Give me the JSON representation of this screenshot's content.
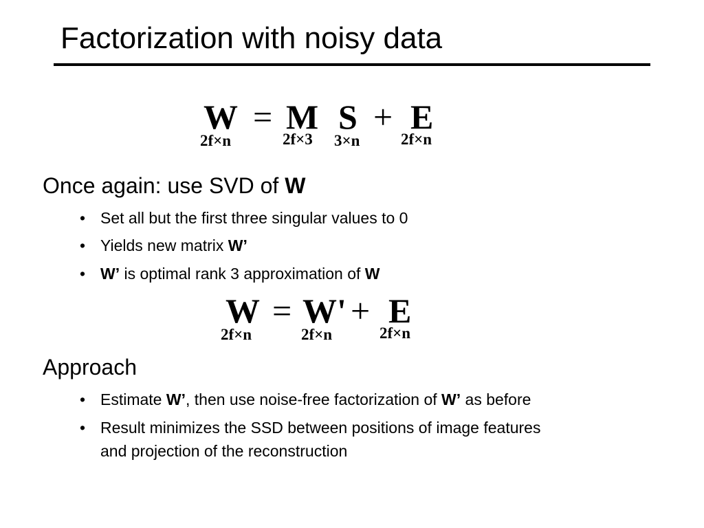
{
  "slide": {
    "title": "Factorization with noisy data"
  },
  "equation1": {
    "lhs": "W",
    "eq": "=",
    "m": "M",
    "s": "S",
    "plus": "+",
    "e": "E",
    "dims": {
      "w": "2f×n",
      "m": "2f×3",
      "s": "3×n",
      "e": "2f×n"
    }
  },
  "section1": {
    "heading": "Once again:  use SVD of ",
    "heading_bold": "W",
    "bullets": [
      {
        "text": "Set all but the first three singular values to 0"
      },
      {
        "pre": "Yields new matrix ",
        "bold": "W’"
      },
      {
        "bold": "W’",
        "mid": " is optimal rank 3 approximation of ",
        "bold2": "W"
      }
    ]
  },
  "equation2": {
    "lhs": "W",
    "eq": "=",
    "wprime": "W'",
    "plus": "+",
    "e": "E",
    "dims": {
      "w": "2f×n",
      "wprime": "2f×n",
      "e": "2f×n"
    }
  },
  "section2": {
    "heading": "Approach",
    "bullets": [
      {
        "pre": "Estimate ",
        "bold": "W’",
        "mid": ", then use noise-free factorization of ",
        "bold2": "W’",
        "post": " as before"
      },
      {
        "line1": "Result minimizes the SSD between positions of image features",
        "line2": "and projection of the reconstruction"
      }
    ],
    "bullet_symbol": "•"
  }
}
